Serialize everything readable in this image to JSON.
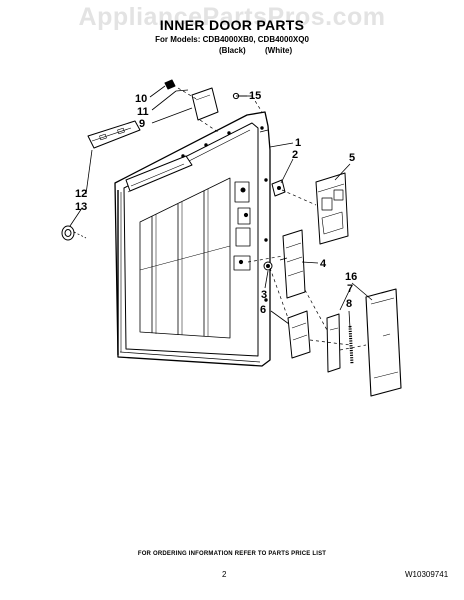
{
  "watermark": "AppliancePartsPros.com",
  "header": {
    "title": "INNER DOOR PARTS",
    "subtitle": "For Models: CDB4000XB0, CDB4000XQ0",
    "variant_black": "(Black)",
    "variant_white": "(White)"
  },
  "callouts": {
    "c1": "1",
    "c2": "2",
    "c3": "3",
    "c4": "4",
    "c5": "5",
    "c6": "6",
    "c7": "7",
    "c8": "8",
    "c9": "9",
    "c10": "10",
    "c11": "11",
    "c12": "12",
    "c13": "13",
    "c15": "15",
    "c16": "16"
  },
  "footer": {
    "note": "FOR ORDERING INFORMATION REFER TO PARTS PRICE LIST",
    "page": "2",
    "doc": "W10309741"
  }
}
